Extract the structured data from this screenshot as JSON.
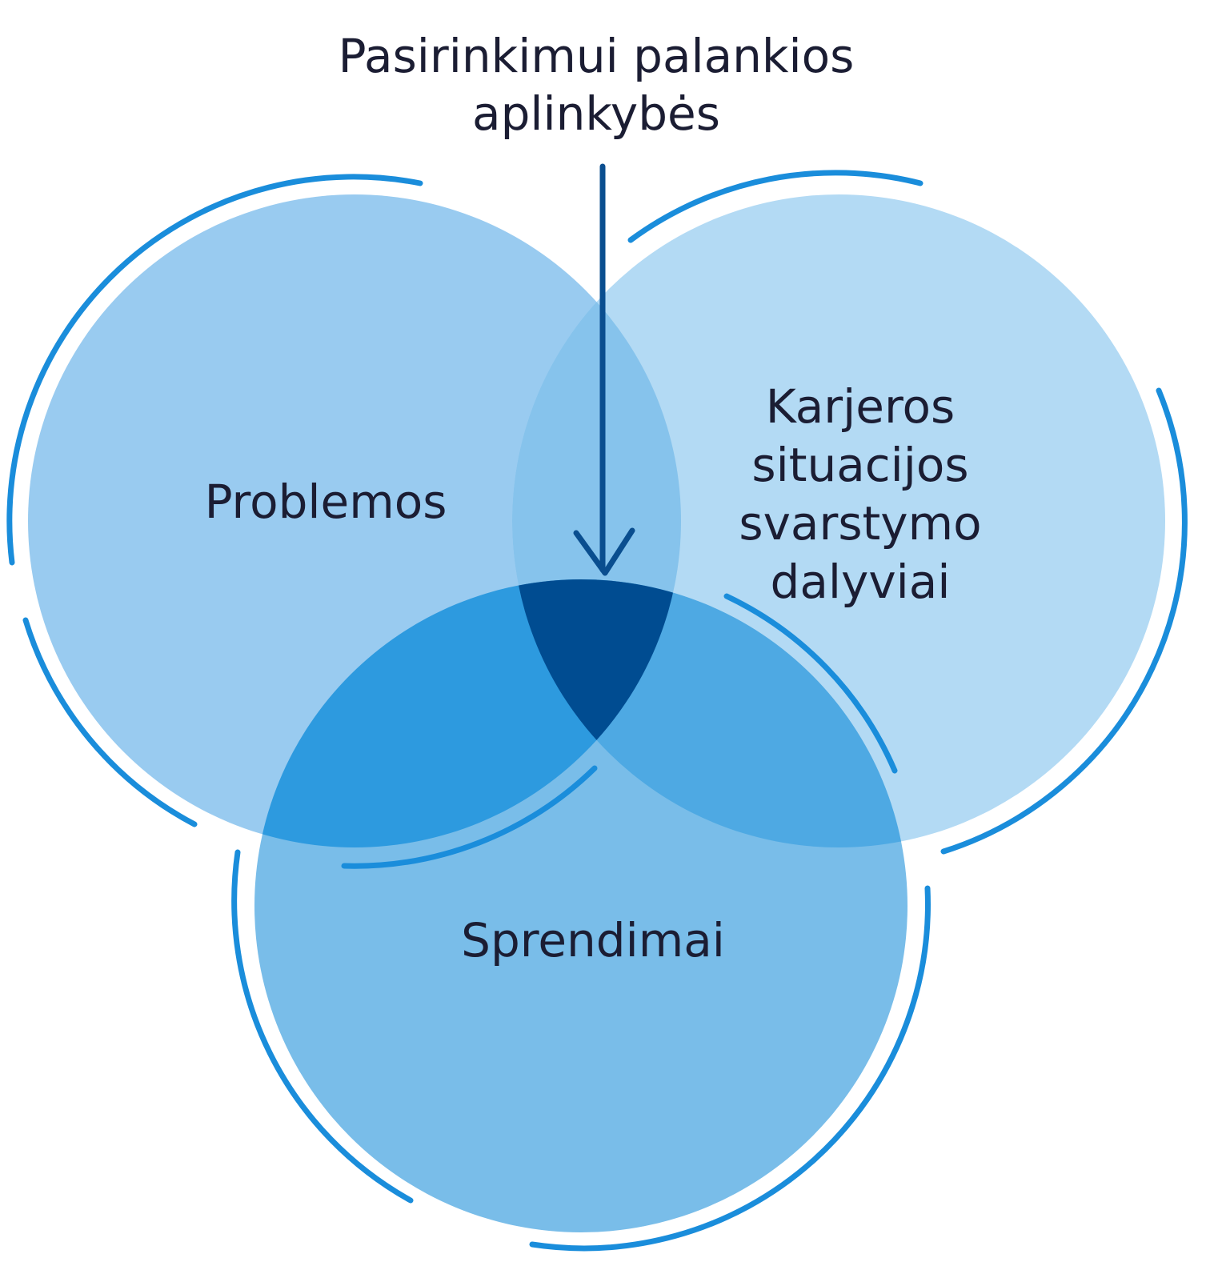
{
  "title": {
    "line1": "Pasirinkimui palankios",
    "line2": "aplinkybės"
  },
  "circles": {
    "left": {
      "label": "Problemos"
    },
    "right": {
      "label_lines": [
        "Karjeros",
        "situacijos",
        "svarstymo",
        "dalyviai"
      ]
    },
    "bottom": {
      "label": "Sprendimai"
    }
  },
  "colors": {
    "left": "#99cbf0",
    "right": "#b3daf4",
    "bottom": "#79bde9",
    "left_right": "#86c3ec",
    "left_bottom": "#2d9adf",
    "right_bottom": "#4ea9e3",
    "center": "#004c91",
    "arc": "#1a8ddb",
    "arrow": "#0a4e8f",
    "text": "#1b1d33"
  }
}
